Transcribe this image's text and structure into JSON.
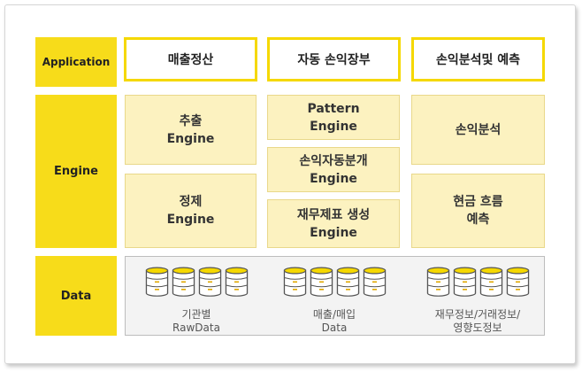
{
  "rows": {
    "application": "Application",
    "engine": "Engine",
    "data": "Data"
  },
  "applications": [
    "매출정산",
    "자동 손익장부",
    "손익분석및 예측"
  ],
  "engines": {
    "col1_top": [
      "추출",
      "Engine"
    ],
    "col1_bottom": [
      "정제",
      "Engine"
    ],
    "col2_top": [
      "Pattern",
      "Engine"
    ],
    "col2_mid": [
      "손익자동분개",
      "Engine"
    ],
    "col2_bottom": [
      "재무제표 생성",
      "Engine"
    ],
    "col3_top": [
      "손익분석"
    ],
    "col3_bottom": [
      "현금 흐름",
      "예측"
    ]
  },
  "data_sources": [
    {
      "lines": [
        "기관별",
        "RawData"
      ]
    },
    {
      "lines": [
        "매출/매입",
        "Data"
      ]
    },
    {
      "lines": [
        "재무정보/거래정보/",
        "영향도정보"
      ]
    }
  ],
  "colors": {
    "accent_yellow": "#f7dc1a",
    "engine_fill": "#fcf2c0",
    "data_fill": "#f3f3f3"
  },
  "icons": {
    "database": "database-icon"
  }
}
